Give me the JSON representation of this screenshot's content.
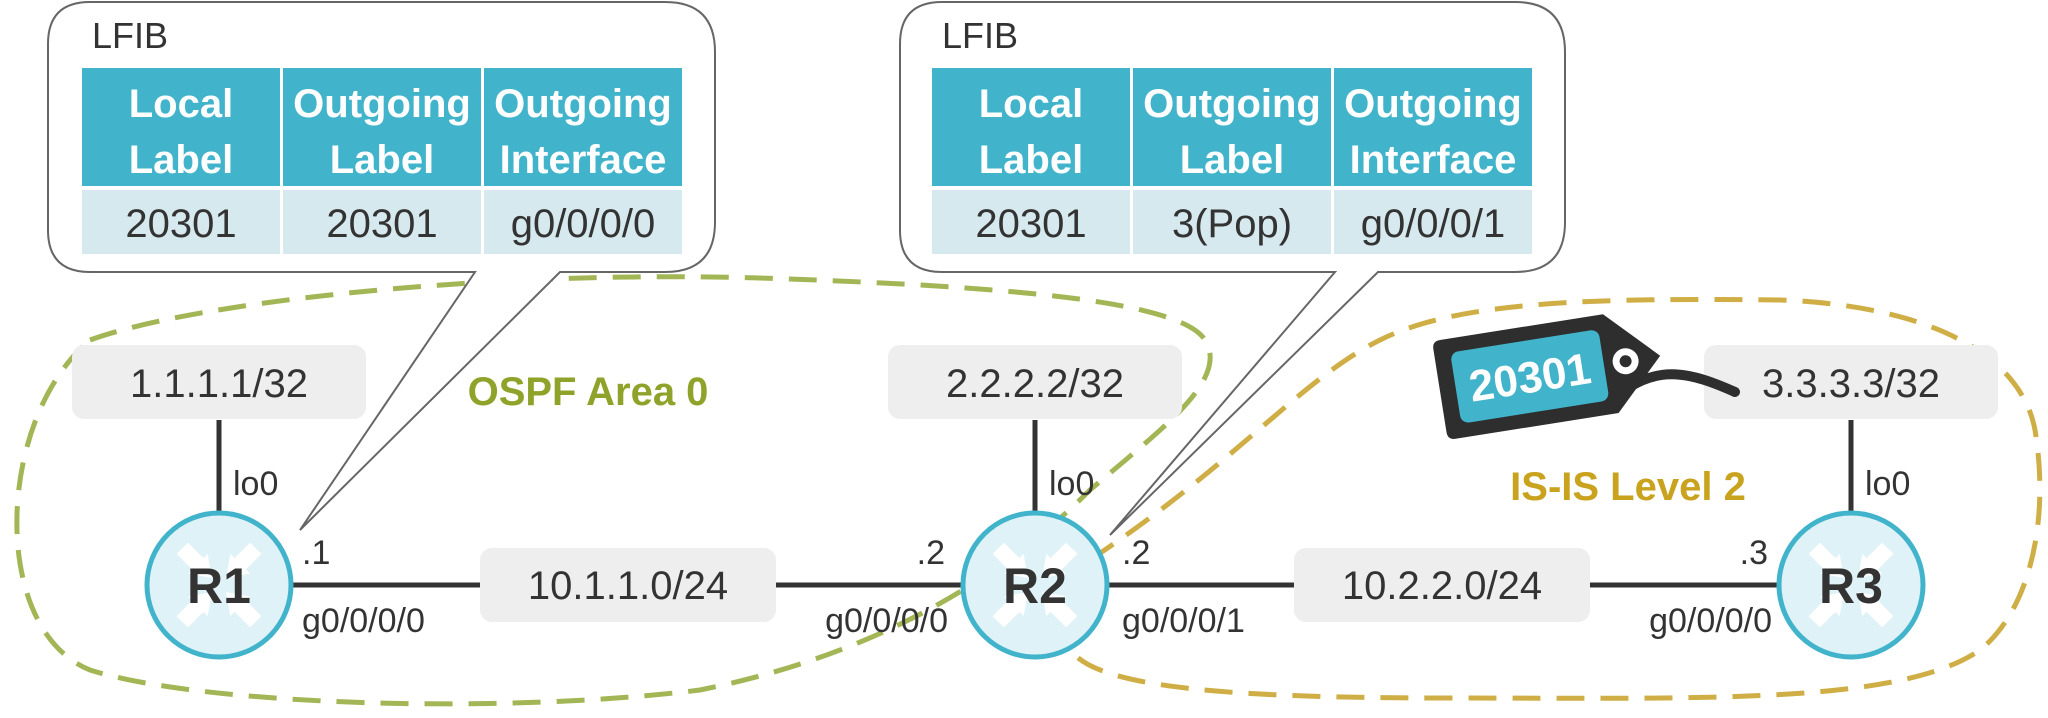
{
  "lfib_left": {
    "title": "LFIB",
    "headers": [
      [
        "Local",
        "Label"
      ],
      [
        "Outgoing",
        "Label"
      ],
      [
        "Outgoing",
        "Interface"
      ]
    ],
    "row": [
      "20301",
      "20301",
      "g0/0/0/0"
    ]
  },
  "lfib_right": {
    "title": "LFIB",
    "headers": [
      [
        "Local",
        "Label"
      ],
      [
        "Outgoing",
        "Label"
      ],
      [
        "Outgoing",
        "Interface"
      ]
    ],
    "row": [
      "20301",
      "3(Pop)",
      "g0/0/0/1"
    ]
  },
  "routers": {
    "r1": {
      "name": "R1",
      "loopback_prefix": "1.1.1.1/32",
      "loopback_if": "lo0",
      "addr": ".1",
      "interface": "g0/0/0/0"
    },
    "r2": {
      "name": "R2",
      "loopback_prefix": "2.2.2.2/32",
      "loopback_if": "lo0",
      "addr_left": ".2",
      "interface_left": "g0/0/0/0",
      "addr_right": ".2",
      "interface_right": "g0/0/0/1"
    },
    "r3": {
      "name": "R3",
      "loopback_prefix": "3.3.3.3/32",
      "loopback_if": "lo0",
      "addr": ".3",
      "interface": "g0/0/0/0"
    }
  },
  "links": {
    "r1_r2": "10.1.1.0/24",
    "r2_r3": "10.2.2.0/24"
  },
  "areas": {
    "ospf": "OSPF Area 0",
    "isis": "IS-IS Level 2"
  },
  "tag": {
    "label": "20301"
  },
  "colors": {
    "header_bg": "#41b4cb",
    "cell_bg": "#d6e9ee",
    "router_fill": "#dff2f7",
    "router_stroke": "#41b4cb",
    "ospf": "#8fa32a",
    "isis": "#c9a21e",
    "box_bg": "#eeeeee",
    "link": "#333333",
    "tag_body": "#2e2e2e"
  }
}
